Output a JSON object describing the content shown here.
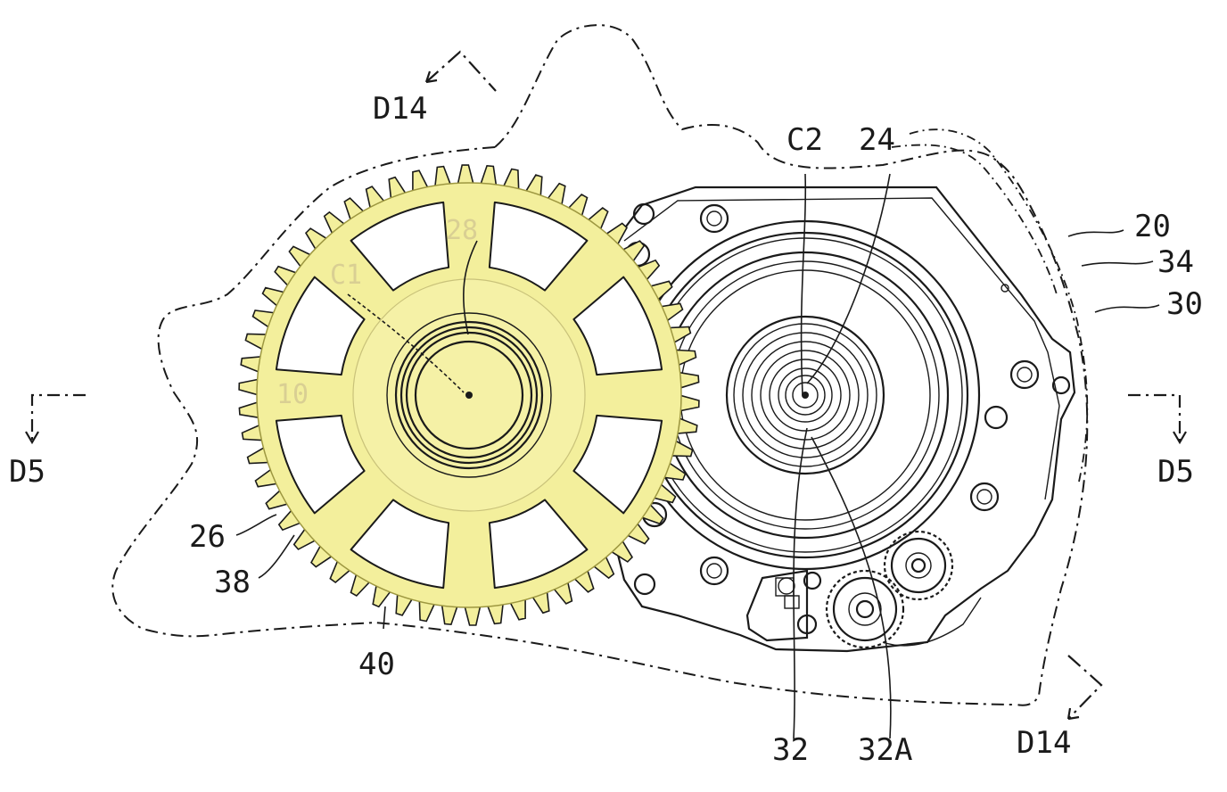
{
  "figure": {
    "highlight_color": "#f3ef9c",
    "line_color": "#1a1a1a",
    "labels": {
      "d14_top": "D14",
      "d14_bottom": "D14",
      "d5_left": "D5",
      "d5_right": "D5",
      "c1": "C1",
      "c2": "C2",
      "n10": "10",
      "n20": "20",
      "n24": "24",
      "n26": "26",
      "n28": "28",
      "n30": "30",
      "n32": "32",
      "n32a": "32A",
      "n34": "34",
      "n38": "38",
      "n40": "40"
    }
  }
}
